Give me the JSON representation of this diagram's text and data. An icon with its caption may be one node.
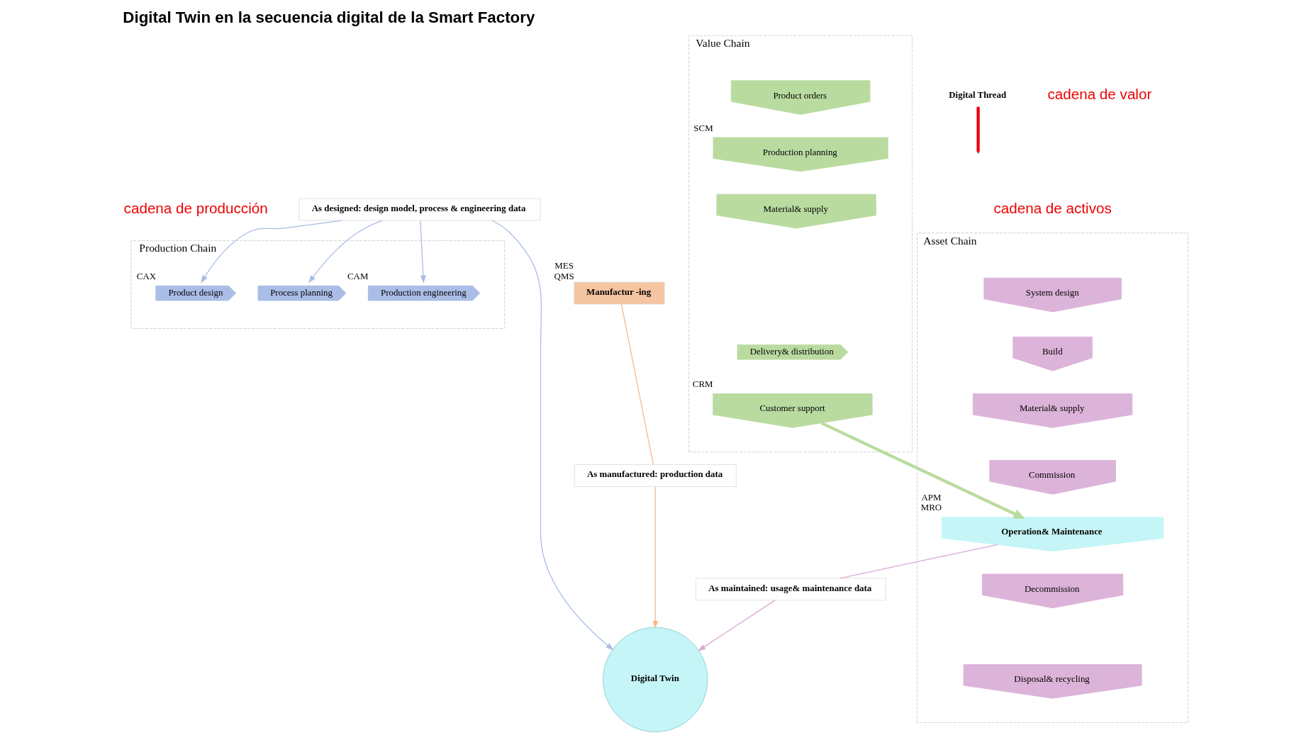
{
  "diagram": {
    "title": "Digital Twin en la secuencia digital de la Smart Factory",
    "nodes": [
      {
        "text": [
          "Production Chain"
        ]
      },
      {
        "text": [
          "Product design"
        ],
        "in": 0,
        "beside": [
          "CAX"
        ]
      },
      {
        "text": [
          "Process planning"
        ],
        "in": 0
      },
      {
        "text": [
          "Production engineering"
        ],
        "in": 0,
        "beside": [
          "CAM"
        ]
      },
      {
        "text": [
          "Value Chain"
        ]
      },
      {
        "text": [
          "Product orders"
        ],
        "in": 4
      },
      {
        "text": [
          "Production planning"
        ],
        "in": 4,
        "beside": [
          "SCM"
        ]
      },
      {
        "text": [
          "Material& supply"
        ],
        "in": 4
      },
      {
        "text": [
          "Manufactur -ing"
        ],
        "beside": [
          "MES",
          "QMS"
        ]
      },
      {
        "text": [
          "Delivery& distribution"
        ],
        "in": 4
      },
      {
        "text": [
          "Customer support"
        ],
        "in": 4,
        "beside": [
          "CRM"
        ]
      },
      {
        "text": [
          "Asset Chain"
        ]
      },
      {
        "text": [
          "System design"
        ],
        "in": 11
      },
      {
        "text": [
          "Build"
        ],
        "in": 11
      },
      {
        "text": [
          "Material& supply"
        ],
        "in": 11
      },
      {
        "text": [
          "Commission"
        ],
        "in": 11
      },
      {
        "text": [
          "Operation& Maintenance"
        ],
        "in": 11,
        "beside": [
          "APM",
          "MRO"
        ]
      },
      {
        "text": [
          "Decommission"
        ],
        "in": 11
      },
      {
        "text": [
          "Disposal& recycling"
        ],
        "in": 11
      },
      {
        "text": [
          "Digital Twin"
        ]
      },
      {
        "text": [
          "As designed: design model, process & engineering data"
        ]
      },
      {
        "text": [
          "As manufactured: production data"
        ]
      },
      {
        "text": [
          "As maintained: usage& maintenance data"
        ]
      },
      {
        "text": [
          "Digital Thread"
        ]
      }
    ],
    "edges": [
      {
        "from": 20,
        "to": 1,
        "arrow": "to",
        "color": "#a9bde6"
      },
      {
        "from": 20,
        "to": 2,
        "arrow": "to",
        "color": "#a9bde6"
      },
      {
        "from": 20,
        "to": 3,
        "arrow": "to",
        "color": "#a9bde6"
      },
      {
        "from": 20,
        "to": 19,
        "arrow": "to",
        "color": "#a9bde6"
      },
      {
        "from": 8,
        "to": 21,
        "arrow": "none",
        "color": "#f5b98a"
      },
      {
        "from": 21,
        "to": 19,
        "arrow": "to",
        "color": "#f5b98a"
      },
      {
        "from": 16,
        "to": 22,
        "arrow": "none",
        "color": "#d9a9d6"
      },
      {
        "from": 22,
        "to": 19,
        "arrow": "to",
        "color": "#d9a9d6"
      },
      {
        "from": 10,
        "to": 16,
        "arrow": "to",
        "style": "thick",
        "color": "#b9dba0"
      },
      {
        "from": 23,
        "to": null,
        "arrow": "none",
        "style": "thick",
        "color": "#e8000b"
      }
    ],
    "labels": [
      "cadena de producción",
      "cadena de valor",
      "cadena de activos"
    ]
  }
}
